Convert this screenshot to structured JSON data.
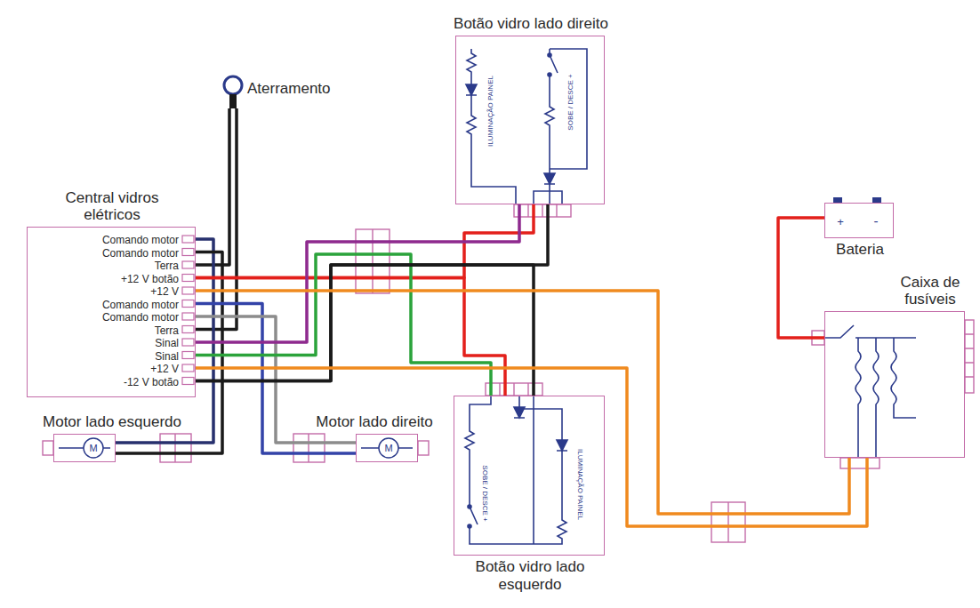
{
  "diagram": {
    "nodes": [
      {
        "text": [
          "Botão vidro lado direito"
        ]
      },
      {
        "text": [
          "Aterramento"
        ]
      },
      {
        "text": [
          "Central vidros elétricos",
          "Comando motor",
          "Comando motor",
          "Terra",
          "+12 V botão",
          "+12 V",
          "Comando motor",
          "Comando motor",
          "Terra",
          "Sinal",
          "Sinal",
          "+12 V",
          "-12 V botão"
        ]
      },
      {
        "text": [
          "Bateria"
        ]
      },
      {
        "text": [
          "Caixa de fusíveis"
        ]
      },
      {
        "text": [
          "Motor lado esquerdo"
        ]
      },
      {
        "text": [
          "Motor lado direito"
        ]
      },
      {
        "text": [
          "Botão vidro lado esquerdo"
        ]
      }
    ],
    "edges": [
      {
        "from": 1,
        "to": 2,
        "arrow": "none"
      },
      {
        "from": 1,
        "to": 2,
        "arrow": "none"
      },
      {
        "from": 2,
        "to": 5,
        "arrow": "none"
      },
      {
        "from": 2,
        "to": 5,
        "arrow": "none"
      },
      {
        "from": 2,
        "to": 6,
        "arrow": "none"
      },
      {
        "from": 2,
        "to": 6,
        "arrow": "none"
      },
      {
        "from": 2,
        "to": 0,
        "arrow": "none"
      },
      {
        "from": 2,
        "to": 7,
        "arrow": "none"
      },
      {
        "from": 2,
        "to": 0,
        "arrow": "none"
      },
      {
        "from": 2,
        "to": 7,
        "arrow": "none"
      },
      {
        "from": 2,
        "to": 0,
        "arrow": "none"
      },
      {
        "from": 2,
        "to": 7,
        "arrow": "none"
      },
      {
        "from": 2,
        "to": 4,
        "arrow": "none"
      },
      {
        "from": 2,
        "to": 4,
        "arrow": "none"
      },
      {
        "from": 3,
        "to": 4,
        "arrow": "none"
      }
    ],
    "labels": [
      "ILUMINAÇÃO PAINEL",
      "SOBE / DESCE +",
      "+",
      "-",
      "M",
      "M",
      "SOBE / DESCE +",
      "ILUMINAÇÃO PAINEL"
    ]
  }
}
